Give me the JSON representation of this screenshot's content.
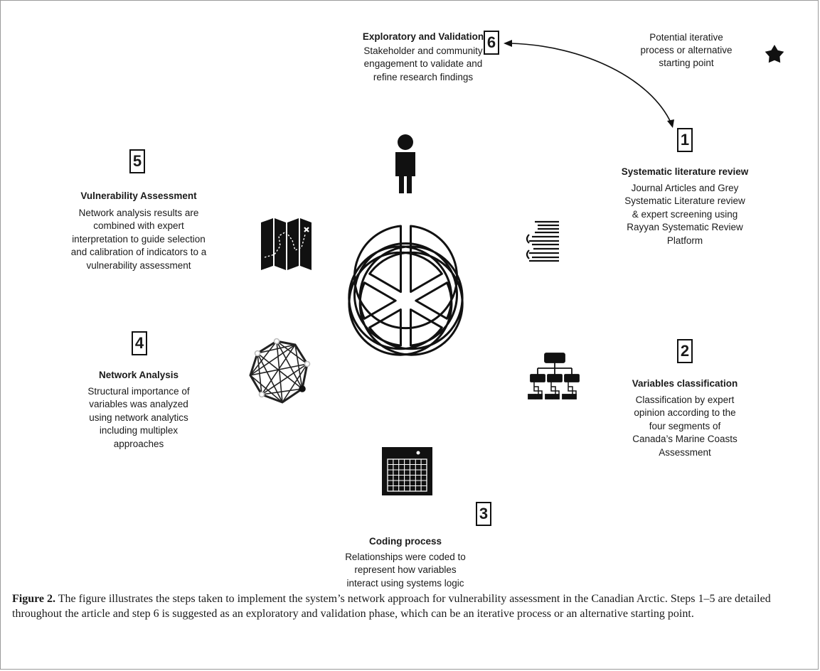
{
  "steps": {
    "s1": {
      "number": "1",
      "title": "Systematic literature review",
      "lines": [
        "Journal Articles and Grey",
        "Systematic Literature review",
        "& expert screening using",
        "Rayyan Systematic Review",
        "Platform"
      ]
    },
    "s2": {
      "number": "2",
      "title": "Variables classification",
      "lines": [
        "Classification by expert",
        "opinion according to the",
        "four segments of",
        "Canada’s Marine Coasts",
        "Assessment"
      ]
    },
    "s3": {
      "number": "3",
      "title": "Coding process",
      "lines": [
        "Relationships were coded to",
        "represent how variables",
        "interact using systems logic"
      ]
    },
    "s4": {
      "number": "4",
      "title": "Network Analysis",
      "lines": [
        "Structural importance of",
        "variables was analyzed",
        "using network analytics",
        "including multiplex",
        "approaches"
      ]
    },
    "s5": {
      "number": "5",
      "title": "Vulnerability Assessment",
      "lines": [
        "Network analysis results are",
        "combined with expert",
        "interpretation to guide selection",
        "and calibration of indicators to a",
        "vulnerability assessment"
      ]
    },
    "s6": {
      "number": "6",
      "title": "Exploratory and Validation",
      "lines": [
        "Stakeholder and community",
        "engagement to validate and",
        "refine research findings"
      ]
    }
  },
  "legend": {
    "lines": [
      "Potential iterative",
      "process or alternative",
      "starting point"
    ],
    "icon": "star-icon"
  },
  "caption": {
    "label": "Figure 2.",
    "text": " The figure illustrates the steps taken to implement the system’s network approach for vulnerability assessment in the Canadian Arctic. Steps 1–5 are detailed throughout the article and step 6 is suggested as an exploratory and validation phase, which can be an iterative process or an alternative starting point."
  },
  "icons": [
    "person-icon",
    "books-icon",
    "org-chart-icon",
    "calendar-icon",
    "network-icon",
    "map-icon"
  ]
}
